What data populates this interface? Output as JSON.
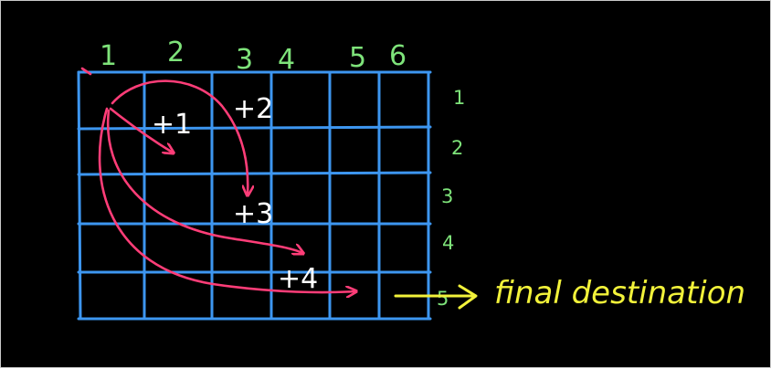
{
  "colors": {
    "background": "#000000",
    "grid": "#3d96f0",
    "numbers": "#7ee37a",
    "path": "#ff3d78",
    "step_labels": "#ffffff",
    "destination": "#f2f23a"
  },
  "columns": [
    "1",
    "2",
    "3",
    "4",
    "5",
    "6"
  ],
  "rows": [
    "1",
    "2",
    "3",
    "4",
    "5"
  ],
  "steps": [
    "+1",
    "+2",
    "+3",
    "+4"
  ],
  "destination_label": "final destination"
}
